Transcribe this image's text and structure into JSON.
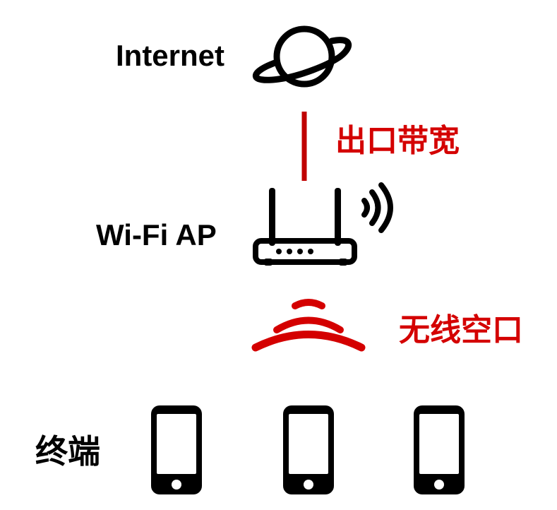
{
  "diagram": {
    "labels": {
      "internet": "Internet",
      "wifi_ap": "Wi-Fi AP",
      "egress_bandwidth": "出口带宽",
      "air_interface": "无线空口",
      "terminal": "终端"
    },
    "colors": {
      "highlight": "#d40000",
      "stroke": "#000000",
      "background": "#ffffff"
    },
    "icons": [
      "globe-icon",
      "router-icon",
      "wireless-signal-icon",
      "smartphone-icon"
    ],
    "terminal_count": 3
  }
}
